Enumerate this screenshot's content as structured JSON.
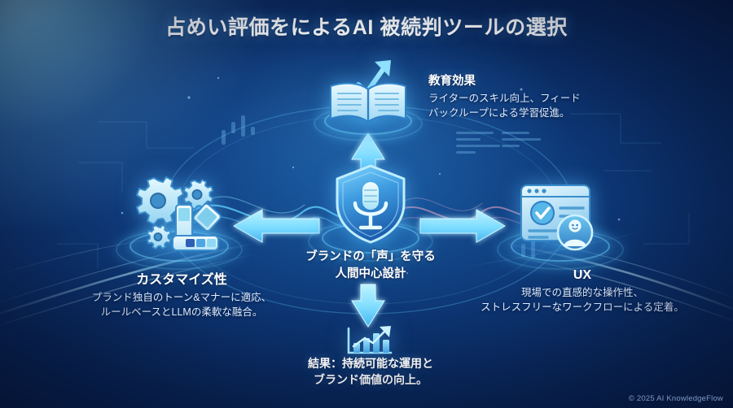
{
  "title": "占めい評価をによるAI 被続判ツールの選択",
  "colors": {
    "accent_cyan": "#7fe3ff",
    "arrow": "#8fe8ff",
    "bg_deep": "#081f4c",
    "bg_mid": "#0d3877",
    "bg_light": "#5aa8d8",
    "text_primary": "#ffffff",
    "text_secondary": "#dfeeff",
    "footer": "#7f99c4"
  },
  "nodes": {
    "education": {
      "icon": "open-book-growth-chart-icon",
      "heading": "教育効果",
      "body_line1": "ライターのスキル向上、フィード",
      "body_line2": "バックループによる学習促進。"
    },
    "customization": {
      "icon": "gears-color-palette-icon",
      "heading": "カスタマイズ性",
      "body_line1": "ブランド独自のトーン&マナーに適応、",
      "body_line2": "ルールベースとLLMの柔軟な融合。"
    },
    "ux": {
      "icon": "browser-checkmark-user-icon",
      "heading": "UX",
      "body_line1": "現場での直感的な操作性、",
      "body_line2": "ストレスフリーなワークフローによる定着。"
    },
    "core": {
      "icon": "shield-microphone-icon",
      "heading_line1": "ブランドの「声」を守る",
      "heading_line2": "人間中心設計"
    },
    "result": {
      "icon": "bar-chart-growth-arrow-icon",
      "heading_line1": "結果：持続可能な運用と",
      "heading_line2": "ブランド価値の向上。"
    }
  },
  "arrows": {
    "up": "arrow-up-icon",
    "down": "arrow-down-icon",
    "left": "arrow-left-icon",
    "right": "arrow-right-icon"
  },
  "footer": {
    "copyright": "© 2025 AI KnowledgeFlow"
  }
}
